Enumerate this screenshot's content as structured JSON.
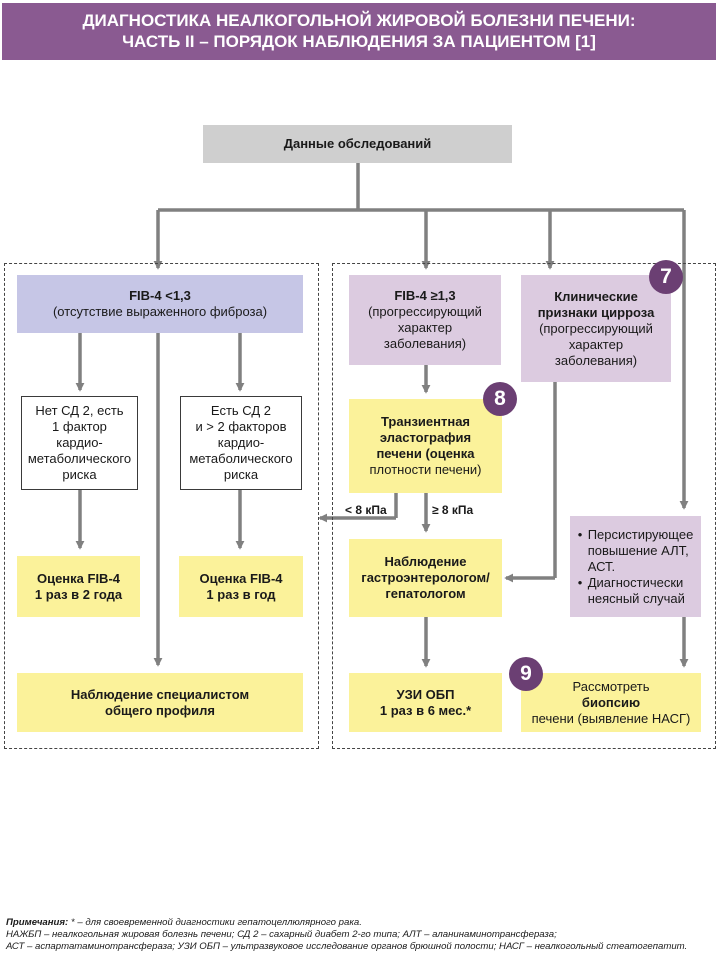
{
  "header": {
    "line1": "ДИАГНОСТИКА НЕАЛКОГОЛЬНОЙ ЖИРОВОЙ БОЛЕЗНИ ПЕЧЕНИ:",
    "line2": "ЧАСТЬ II – ПОРЯДОК НАБЛЮДЕНИЯ ЗА ПАЦИЕНТОМ [1]"
  },
  "colors": {
    "header": "#8a5a91",
    "badge": "#6b3f73",
    "gray": "#cfcfcf",
    "lavender": "#c6c6e6",
    "mauve": "#dccbe0",
    "yellow": "#fbf29a",
    "arrow": "#808080"
  },
  "nodes": {
    "exam": "Данные обследований",
    "fib_low_1": "FIB-4 <1,3",
    "fib_low_2": "(отсутствие выраженного фиброза)",
    "no_dm": [
      "Нет СД 2, есть",
      "1 фактор",
      "кардио-",
      "метаболического",
      "риска"
    ],
    "dm": [
      "Есть СД 2",
      "и > 2 факторов",
      "кардио-",
      "метаболического",
      "риска"
    ],
    "assess_2y": [
      "Оценка FIB-4",
      "1 раз в 2 года"
    ],
    "assess_1y": [
      "Оценка FIB-4",
      "1 раз в год"
    ],
    "general": [
      "Наблюдение специалистом",
      "общего профиля"
    ],
    "fib_high": [
      "FIB-4 ≥1,3",
      "(прогрессирующий",
      "характер",
      "заболевания)"
    ],
    "cirrhosis": [
      "Клинические",
      "признаки цирроза",
      "(прогрессирующий",
      "характер",
      "заболевания)"
    ],
    "elasto": [
      "Транзиентная",
      "эластография",
      "печени (оценка",
      "плотности печени)"
    ],
    "gastro": [
      "Наблюдение",
      "гастроэнтерологом/",
      "гепатологом"
    ],
    "persistent": [
      "Персистирующее",
      "повышение АЛТ,",
      "АСТ.",
      "Диагностически",
      "неясный случай"
    ],
    "us": [
      "УЗИ ОБП",
      "1 раз в 6 мес.*"
    ],
    "biopsy_a": "Рассмотреть ",
    "biopsy_b": "биопсию",
    "biopsy_c": "печени (выявление НАСГ)"
  },
  "conditions": {
    "lt8": "< 8 кПа",
    "ge8": "≥ 8 кПа"
  },
  "badges": [
    "7",
    "8",
    "9"
  ],
  "notes": {
    "title": "Примечания:",
    "line1_rest": " * – для своевременной диагностики гепатоцеллюлярного рака.",
    "line2": "НАЖБП – неалкогольная жировая болезнь печени; СД 2 – сахарный диабет 2-го типа; АЛТ – аланинаминотрансфераза;",
    "line3": "АСТ – аспартатаминотрансфераза; УЗИ ОБП – ультразвуковое исследование органов брюшной полости; НАСГ – неалкогольный стеатогепатит."
  }
}
